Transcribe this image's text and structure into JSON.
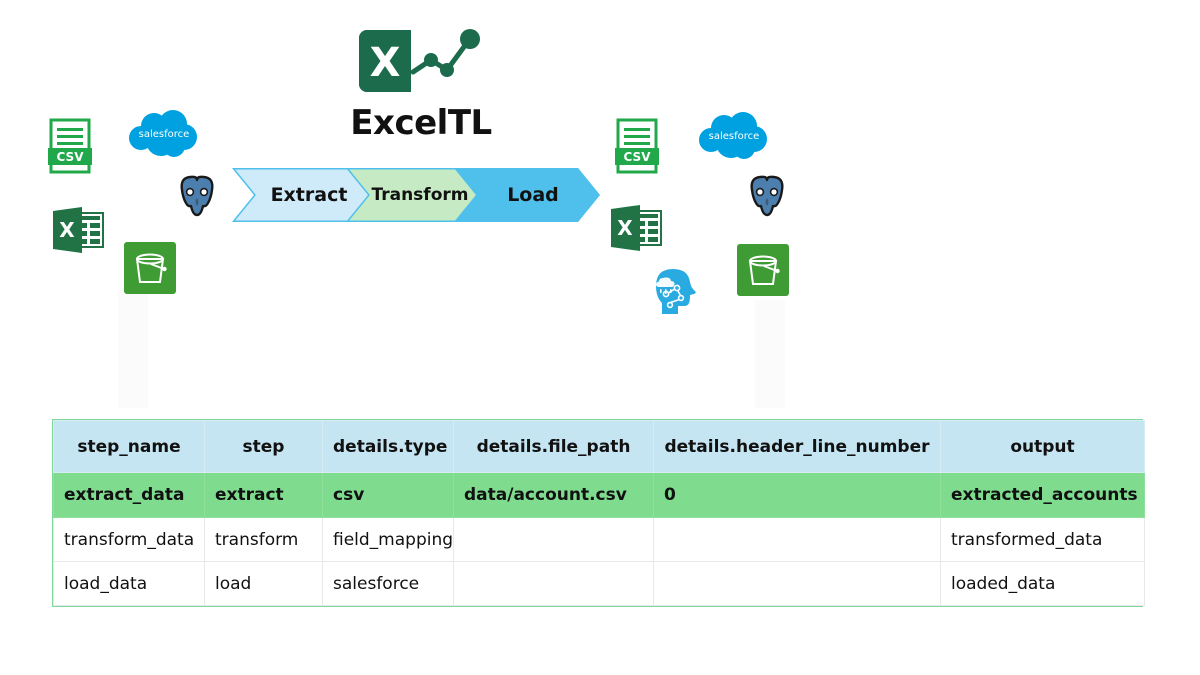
{
  "brand": {
    "title": "ExcelTL",
    "logo_icon": "excel-chart-logo",
    "logo_letter": "X",
    "logo_color": "#1c6b4c"
  },
  "flow": {
    "steps": [
      {
        "label": "Extract",
        "color": "#cfeaf8",
        "icon": "chevron-right-icon"
      },
      {
        "label": "Transform",
        "color": "#c6ebc4",
        "icon": "chevron-right-icon"
      },
      {
        "label": "Load",
        "color": "#4fc0ec",
        "icon": "chevron-right-icon"
      }
    ]
  },
  "sources": {
    "label": "source-systems",
    "items": [
      {
        "name": "csv-file-icon",
        "text": "CSV",
        "color": "#21a84a"
      },
      {
        "name": "salesforce-icon",
        "text": "salesforce",
        "color": "#00a1e0"
      },
      {
        "name": "postgresql-icon",
        "text": "",
        "color": "#336791"
      },
      {
        "name": "excel-file-icon",
        "text": "X",
        "color": "#217346"
      },
      {
        "name": "s3-bucket-icon",
        "text": "",
        "color": "#3f9c35"
      }
    ]
  },
  "destinations": {
    "label": "target-systems",
    "items": [
      {
        "name": "csv-file-icon",
        "text": "CSV",
        "color": "#21a84a"
      },
      {
        "name": "salesforce-icon",
        "text": "salesforce",
        "color": "#00a1e0"
      },
      {
        "name": "postgresql-icon",
        "text": "",
        "color": "#336791"
      },
      {
        "name": "excel-file-icon",
        "text": "X",
        "color": "#217346"
      },
      {
        "name": "ai-brain-icon",
        "text": "",
        "color": "#29abe2"
      },
      {
        "name": "s3-bucket-icon",
        "text": "",
        "color": "#3f9c35"
      }
    ]
  },
  "table": {
    "columns": [
      "step_name",
      "step",
      "details.type",
      "details.file_path",
      "details.header_line_number",
      "output"
    ],
    "rows": [
      {
        "highlight": true,
        "cells": [
          "extract_data",
          "extract",
          "csv",
          "data/account.csv",
          "0",
          "extracted_accounts"
        ]
      },
      {
        "highlight": false,
        "cells": [
          "transform_data",
          "transform",
          "field_mapping",
          "",
          "",
          "transformed_data"
        ]
      },
      {
        "highlight": false,
        "cells": [
          "load_data",
          "load",
          "salesforce",
          "",
          "",
          "loaded_data"
        ]
      }
    ],
    "header_bg": "#c5e5f2",
    "highlight_bg": "#7fdc8f",
    "border_color": "#7fd89a"
  }
}
